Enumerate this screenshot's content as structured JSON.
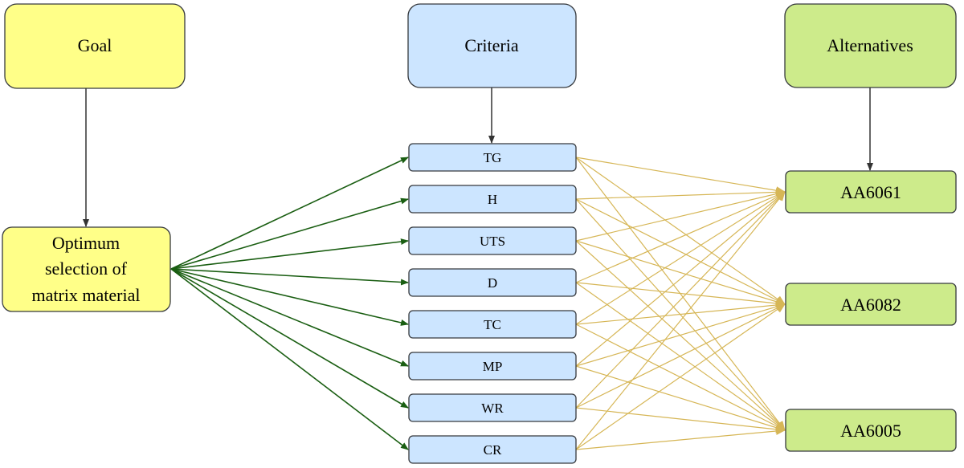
{
  "diagram": {
    "headers": {
      "goal": "Goal",
      "criteria": "Criteria",
      "alternatives": "Alternatives"
    },
    "goal": {
      "lines": [
        "Optimum",
        "selection of",
        "matrix material"
      ]
    },
    "criteria": [
      "TG",
      "H",
      "UTS",
      "D",
      "TC",
      "MP",
      "WR",
      "CR"
    ],
    "alternatives": [
      "AA6061",
      "AA6082",
      "AA6005"
    ]
  },
  "colors": {
    "goal_fill": "#ffff88",
    "goal_stroke": "#36393d",
    "criteria_fill": "#cce5ff",
    "criteria_stroke": "#36393d",
    "alternatives_fill": "#cdeb8b",
    "alternatives_stroke": "#36393d",
    "header_arrow": "#333333",
    "goal_to_criteria_arrow": "#1a5e12",
    "criteria_to_alternatives_arrow": "#d6b656"
  }
}
